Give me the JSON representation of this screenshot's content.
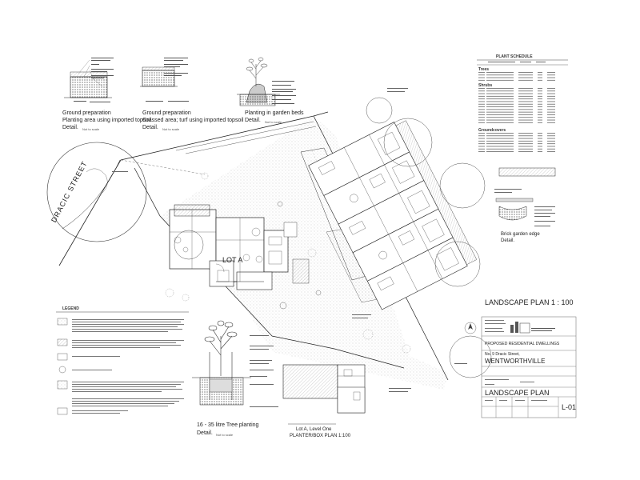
{
  "details": {
    "topsoil_detail": {
      "title": "Ground preparation",
      "line2": "Planting area using imported topsoil",
      "line3": "Detail.",
      "scale": "Not to scale"
    },
    "turf_detail": {
      "title": "Ground preparation",
      "line2": "Grassed area; turf using imported topsoil",
      "line3": "Detail.",
      "scale": "Not to scale"
    },
    "garden_bed_detail": {
      "title": "Planting in garden beds",
      "line2": "Detail.",
      "scale": "Not to scale"
    },
    "tree_detail": {
      "title": "16 - 35 litre Tree planting",
      "line2": "Detail.",
      "scale": "Not to scale"
    },
    "brick_edge": {
      "title": "Brick garden edge",
      "line2": "Detail."
    }
  },
  "plan": {
    "street": "DRACIC STREET",
    "lot": "LOT A",
    "lot_level_caption": "Lot A, Level One",
    "lot_level_plan": "PLANTER/BOX PLAN 1:100"
  },
  "schedule": {
    "title": "PLANT SCHEDULE",
    "sections": [
      {
        "name": "Trees",
        "rows": 4
      },
      {
        "name": "Shrubs",
        "rows": 14
      },
      {
        "name": "Groundcovers",
        "rows": 8
      }
    ]
  },
  "legend": {
    "title": "LEGEND"
  },
  "sheet": {
    "title": "LANDSCAPE PLAN 1 : 100",
    "project": "PROPOSED RESIDENTIAL DWELLINGS",
    "address": "No. 9 Dracic Street,",
    "suburb": "WENTWORTHVILLE",
    "drawing_title": "LANDSCAPE PLAN",
    "sheet_no": "L-01"
  }
}
